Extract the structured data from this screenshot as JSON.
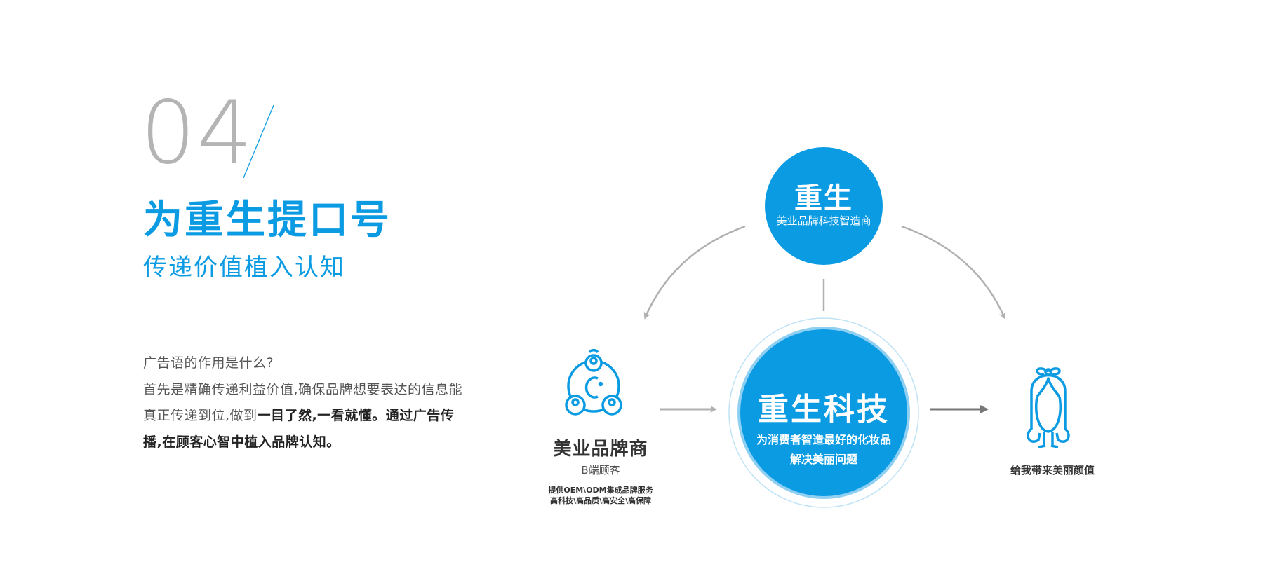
{
  "section_number": "04",
  "title": "为重生提口号",
  "subtitle": "传递价值植入认知",
  "paragraph": {
    "line1": "广告语的作用是什么?",
    "line2_normal": "首先是精确传递利益价值,确保品牌想要表达的信息能真正传递到位,做到",
    "line2_bold": "一目了然,一看就懂。通过广告传播,在顾客心智中植入品牌认知。"
  },
  "diagram": {
    "top_circle": {
      "title": "重生",
      "subtitle": "美业品牌科技智造商"
    },
    "center_circle": {
      "title": "重生科技",
      "line1": "为消费者智造最好的化妆品",
      "line2": "解决美丽问题"
    },
    "left_node": {
      "icon": "people-group-icon",
      "title": "美业品牌商",
      "subtitle": "B端顾客",
      "desc1": "提供OEM\\ODM集成品牌服务",
      "desc2": "高科技\\高品质\\高安全\\高保障"
    },
    "right_node": {
      "icon": "girl-icon",
      "title": "给我带来美丽颜值"
    }
  },
  "colors": {
    "accent": "#0a9be3",
    "gray_line": "#b0b0b0",
    "dark_arrow": "#777777",
    "number": "#b4b4b4"
  }
}
